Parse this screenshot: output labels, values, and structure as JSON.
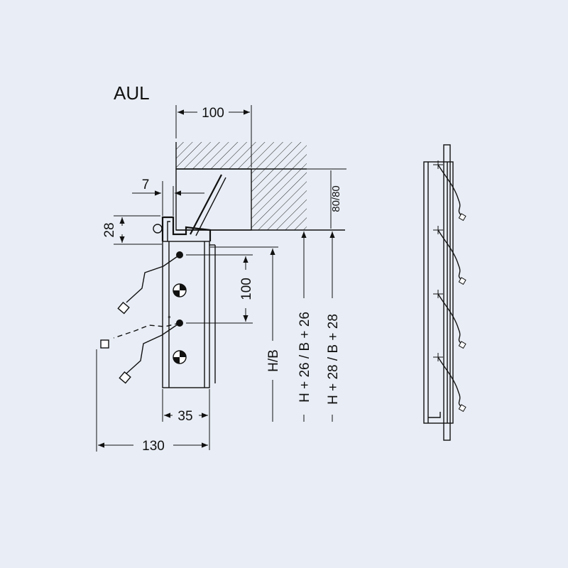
{
  "title": "AUL",
  "dimensions": {
    "top_width": "100",
    "offset": "7",
    "height_left": "28",
    "hole_spacing": "100",
    "frame_width": "35",
    "total_width": "130",
    "recess": "80/80",
    "size_nominal": "H/B",
    "size_plus_26": "H + 26 / B + 26",
    "size_plus_28": "H + 28 / B + 28"
  },
  "colors": {
    "background": "#e9eef6",
    "line": "#111111"
  }
}
